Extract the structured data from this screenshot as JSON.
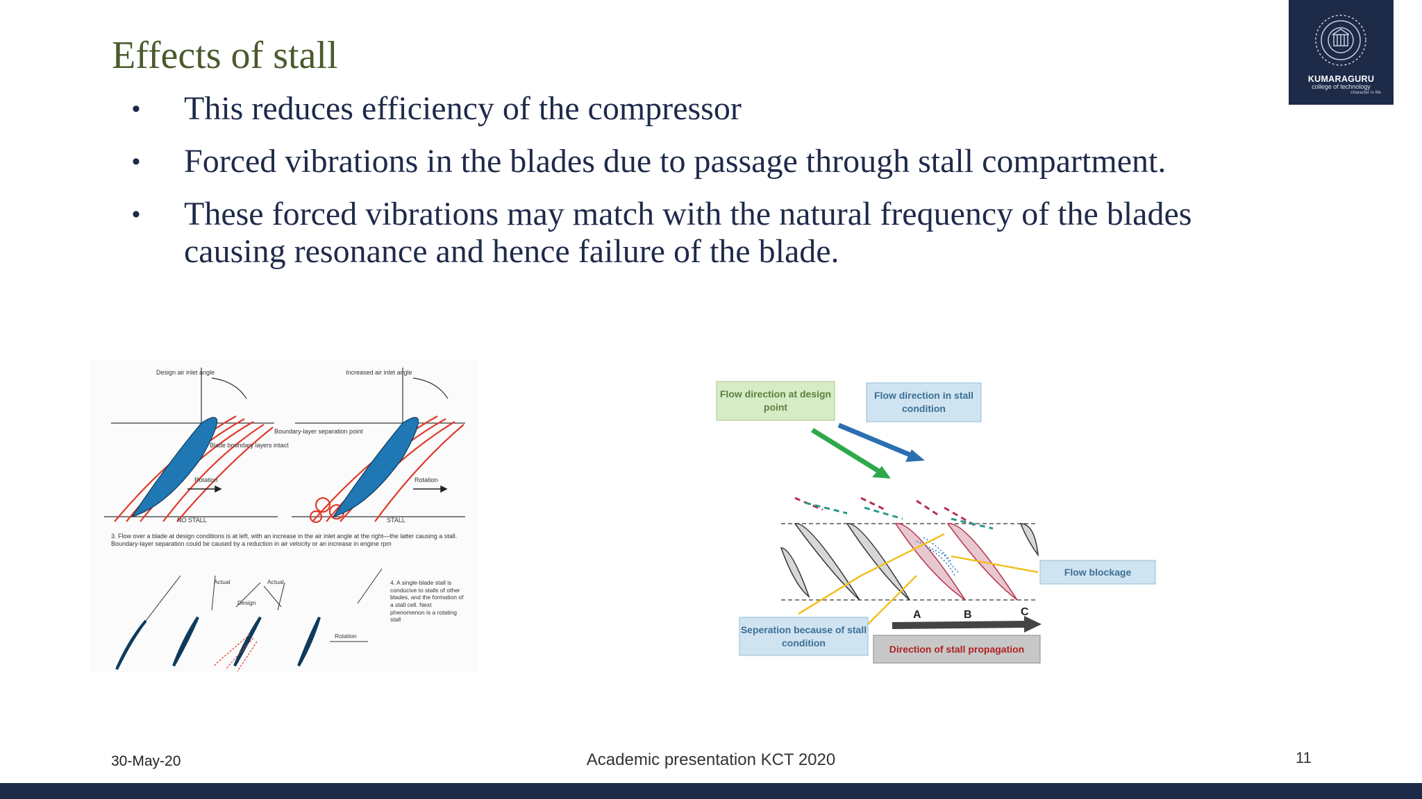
{
  "slide": {
    "title": "Effects of stall",
    "bullets": [
      "This reduces efficiency of the compressor",
      "Forced vibrations in the blades due to passage through stall compartment.",
      "These forced vibrations may match with the natural frequency of the blades causing resonance and hence failure of the blade."
    ],
    "bullet_glyph": "•"
  },
  "logo": {
    "name": "KUMARAGURU",
    "subtitle": "college of technology",
    "tagline": "character is life",
    "colors": {
      "background": "#1d2a48"
    }
  },
  "left_figure": {
    "top_left_label": "Design air inlet angle",
    "top_right_label": "Increased air inlet angle",
    "intact_label": "Blade boundary layers intact",
    "separation_label": "Boundary-layer separation point",
    "rotation_label": "Rotation",
    "no_stall_label": "NO STALL",
    "stall_label": "STALL",
    "caption3": "3. Flow over a blade at design conditions is at left, with an increase in the air inlet angle at the right—the latter causing a stall. Boundary-layer separation could be caused by a reduction in air velocity or an increase in engine rpm",
    "actual_label": "Actual",
    "design_label": "Design",
    "caption4": "4. A single-blade stall is conducive to stalls of other blades, and the formation of a stall cell. Next phenomenon is a rotating stall"
  },
  "right_figure": {
    "design_flow_label": "Flow direction at design point",
    "stall_flow_label": "Flow direction in stall condition",
    "blockage_label": "Flow blockage",
    "separation_label": "Seperation because of stall condition",
    "propagation_label": "Direction of stall propagation",
    "points": [
      "A",
      "B",
      "C"
    ],
    "colors": {
      "green_box": "#d6ecc4",
      "blue_box": "#cfe3f1",
      "red_text": "#b02020",
      "green_arrow": "#2ea84a",
      "blue_arrow": "#2a6fb0",
      "blade_red": "#b5304a",
      "yellow_line": "#f0c020"
    }
  },
  "footer": {
    "date": "30-May-20",
    "center": "Academic presentation KCT 2020",
    "page": "11"
  }
}
